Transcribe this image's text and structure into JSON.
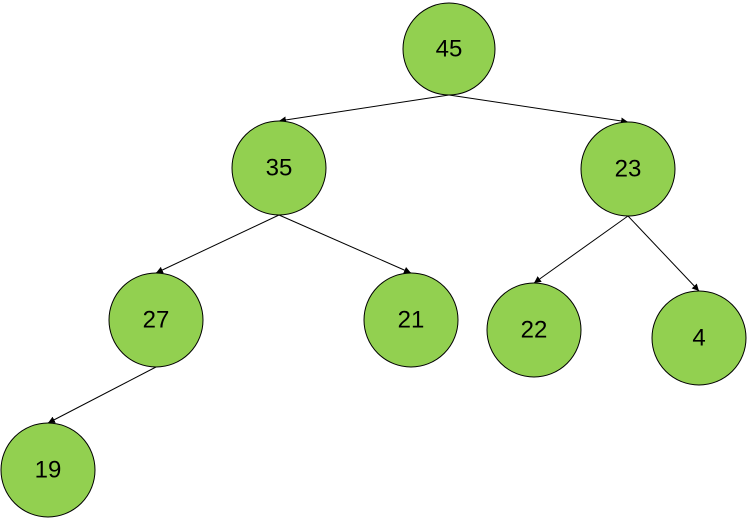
{
  "diagram": {
    "node_fill": "#92d050",
    "node_stroke": "#000000",
    "edge_color": "#000000",
    "nodes": [
      {
        "id": "n45",
        "label": "45"
      },
      {
        "id": "n35",
        "label": "35"
      },
      {
        "id": "n23",
        "label": "23"
      },
      {
        "id": "n27",
        "label": "27"
      },
      {
        "id": "n21",
        "label": "21"
      },
      {
        "id": "n22",
        "label": "22"
      },
      {
        "id": "n4",
        "label": "4"
      },
      {
        "id": "n19",
        "label": "19"
      }
    ],
    "edges": [
      {
        "from": "n45",
        "to": "n35"
      },
      {
        "from": "n45",
        "to": "n23"
      },
      {
        "from": "n35",
        "to": "n27"
      },
      {
        "from": "n35",
        "to": "n21"
      },
      {
        "from": "n23",
        "to": "n22"
      },
      {
        "from": "n23",
        "to": "n4"
      },
      {
        "from": "n27",
        "to": "n19"
      }
    ]
  }
}
